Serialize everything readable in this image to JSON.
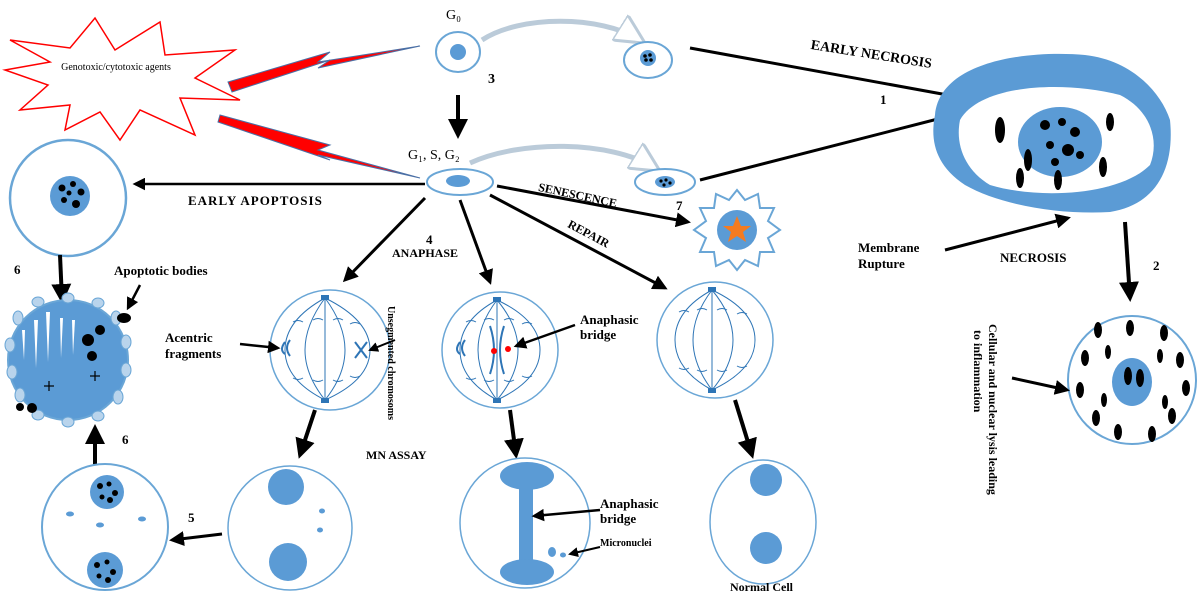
{
  "colors": {
    "cell_fill": "#ffffff",
    "cell_stroke": "#6aa6d6",
    "nucleus": "#5b9bd5",
    "dark": "#000000",
    "star": "#f47b20",
    "bolt": "#ff0000",
    "mitotic": "#2e75b6",
    "bridge_dot": "#ff0000"
  },
  "labels": {
    "agents": "Genotoxic/cytotoxic agents",
    "g0": "G₀",
    "g1sg2": "G₁, S, G₂",
    "n1": "1",
    "n2": "2",
    "n3": "3",
    "n4": "4",
    "n5": "5",
    "n6a": "6",
    "n6b": "6",
    "n7": "7",
    "early_necrosis": "EARLY NECROSIS",
    "early_apoptosis": "EARLY APOPTOSIS",
    "senescence": "SENESCENCE",
    "repair": "REPAIR",
    "anaphase": "ANAPHASE",
    "apoptotic_bodies": "Apoptotic bodies",
    "acentric_fragments_1": "Acentric",
    "acentric_fragments_2": "fragments",
    "unsegmented": "Unsegmented chromosoms",
    "anaphasic_bridge_top_1": "Anaphasic",
    "anaphasic_bridge_top_2": "bridge",
    "anaphasic_bridge_bottom_1": "Anaphasic",
    "anaphasic_bridge_bottom_2": "bridge",
    "micronuclei": "Micronuclei",
    "mn_assay": "MN ASSAY",
    "normal_cell": "Normal Cell",
    "membrane_1": "Membrane",
    "membrane_2": "Rupture",
    "necrosis": "NECROSIS",
    "lysis_1": "Cellular and nuclear lysis leading",
    "lysis_2": "to inflammation"
  }
}
